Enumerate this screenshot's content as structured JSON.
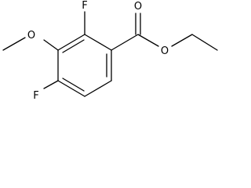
{
  "molecule": {
    "atoms": {
      "fluorine_top": "F",
      "oxygen_methoxy": "O",
      "fluorine_bottom": "F",
      "oxygen_carbonyl": "O",
      "oxygen_ester": "O"
    }
  }
}
